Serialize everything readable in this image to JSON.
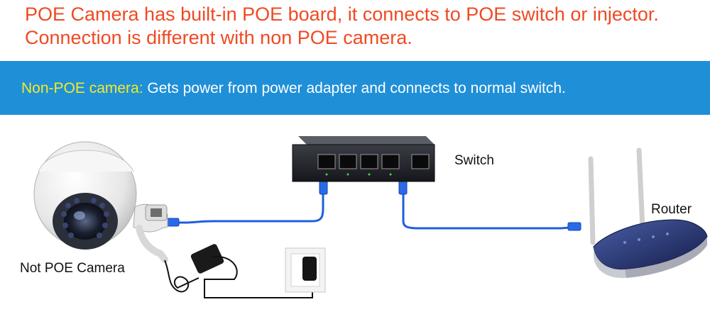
{
  "headline": "POE Camera has built-in POE board, it connects to POE switch or injector. Connection is different with non POE camera.",
  "banner": {
    "highlight": "Non-POE camera:",
    "text": " Gets power from power adapter and connects to normal switch."
  },
  "labels": {
    "camera": "Not POE Camera",
    "switch": "Switch",
    "router": "Router"
  },
  "colors": {
    "headline": "#ef4a23",
    "banner_bg": "#1f8fd8",
    "banner_highlight": "#f3e92a",
    "cable": "#1e5fe0"
  }
}
